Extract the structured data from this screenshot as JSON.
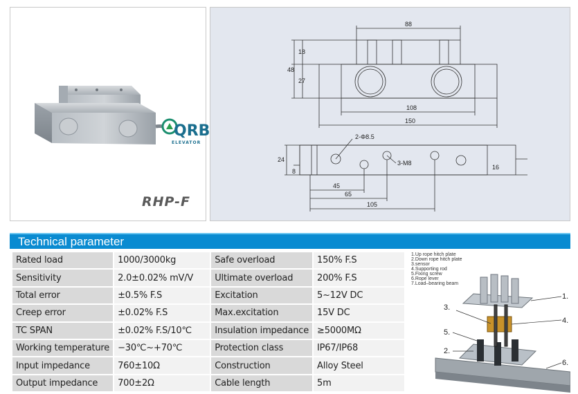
{
  "product": {
    "model": "RHP-F",
    "logo": {
      "text": "QRB",
      "subtitle": "ELEVATOR"
    }
  },
  "drawing": {
    "front_view": {
      "top_width": "88",
      "overall_height": "48",
      "upper_height": "18",
      "lower_height": "27",
      "hole_spacing": "108",
      "overall_length": "150"
    },
    "plan_view": {
      "hole_callout_1": "2-Φ8.5",
      "hole_callout_2": "3-M8",
      "height_left": "24",
      "offset_left": "8",
      "height_right": "16",
      "dim_a": "45",
      "dim_b": "65",
      "dim_c": "105"
    }
  },
  "section": {
    "title": "Technical parameter"
  },
  "params": [
    {
      "k1": "Rated load",
      "v1": "1000/3000kg",
      "k2": "Safe overload",
      "v2": "150% F.S"
    },
    {
      "k1": "Sensitivity",
      "v1": "2.0±0.02% mV/V",
      "k2": "Ultimate overload",
      "v2": "200% F.S"
    },
    {
      "k1": "Total error",
      "v1": "±0.5% F.S",
      "k2": "Excitation",
      "v2": "5~12V DC"
    },
    {
      "k1": "Creep error",
      "v1": "±0.02% F.S",
      "k2": "Max.excitation",
      "v2": "15V DC"
    },
    {
      "k1": "TC SPAN",
      "v1": "±0.02% F.S/10℃",
      "k2": "Insulation impedance",
      "v2": "≥5000MΩ"
    },
    {
      "k1": "Working temperature",
      "v1": "−30℃~+70℃",
      "k2": "Protection class",
      "v2": "IP67/IP68"
    },
    {
      "k1": "Input impedance",
      "v1": "760±10Ω",
      "k2": "Construction",
      "v2": "Alloy Steel"
    },
    {
      "k1": "Output impedance",
      "v1": "700±2Ω",
      "k2": "Cable length",
      "v2": "5m"
    }
  ],
  "assembly": {
    "legend": [
      "1.Up rope hitch plate",
      "2.Down rope hitch plate",
      "3.sensor",
      "4.Supporting rod",
      "5.Fixing screw",
      "6.Rope lever",
      "7.Load–bearing beam"
    ],
    "callouts": [
      "1.",
      "2.",
      "3.",
      "4.",
      "5.",
      "6."
    ]
  },
  "colors": {
    "header": "#0a8bd1",
    "key_cell": "#d9d9d9",
    "value_cell": "#f2f2f2",
    "drawing_bg": "#e3e7ef"
  }
}
